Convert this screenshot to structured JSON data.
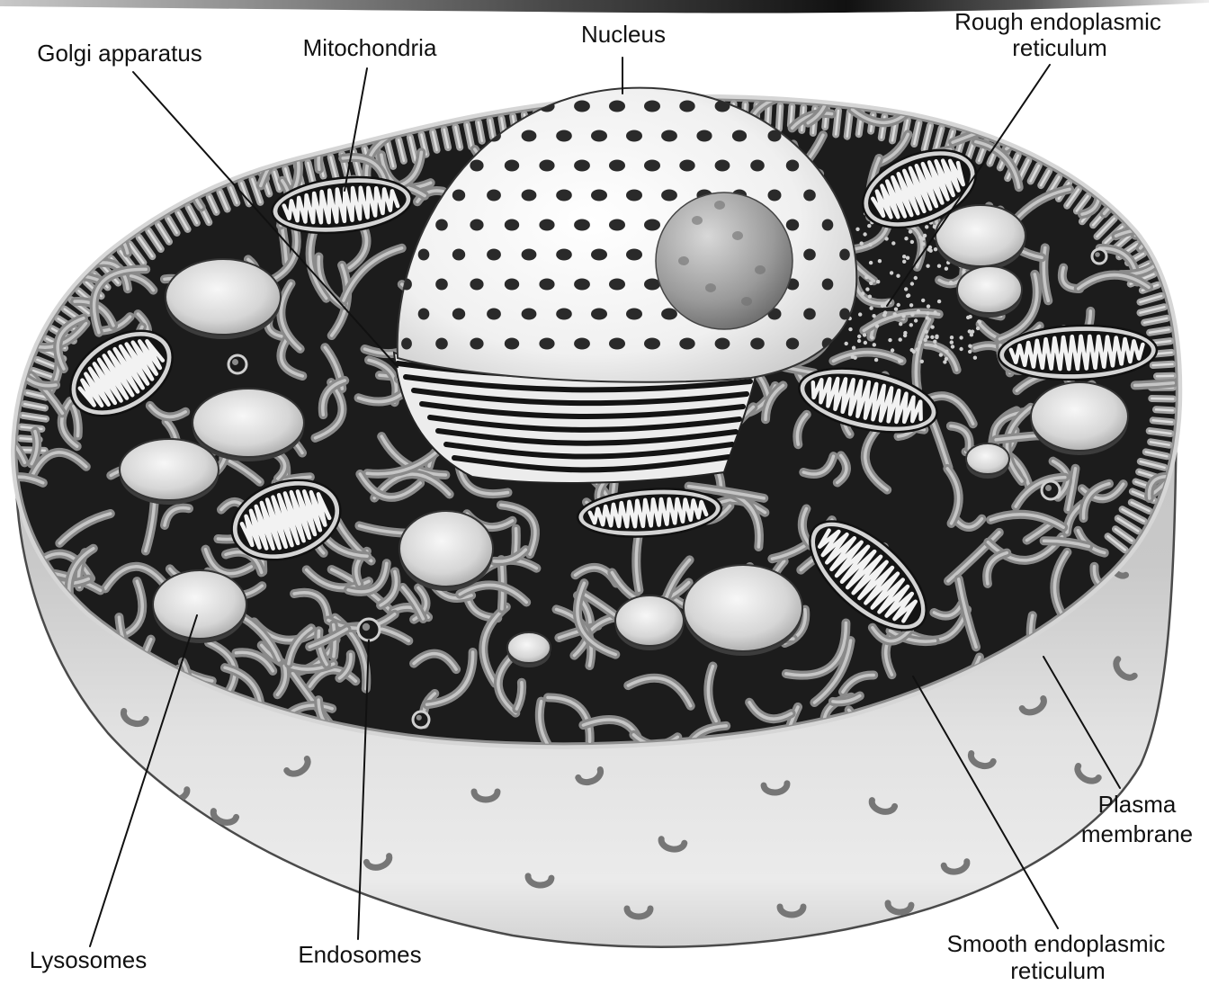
{
  "labels": {
    "golgi_apparatus": "Golgi apparatus",
    "mitochondria": "Mitochondria",
    "nucleus": "Nucleus",
    "rough_endoplasmic_reticulum": {
      "line1": "Rough endoplasmic",
      "line2": "reticulum"
    },
    "plasma_membrane": {
      "line1": "Plasma",
      "line2": "membrane"
    },
    "smooth_endoplasmic_reticulum": {
      "line1": "Smooth endoplasmic",
      "line2": "reticulum"
    },
    "endosomes": "Endosomes",
    "lysosomes": "Lysosomes"
  }
}
